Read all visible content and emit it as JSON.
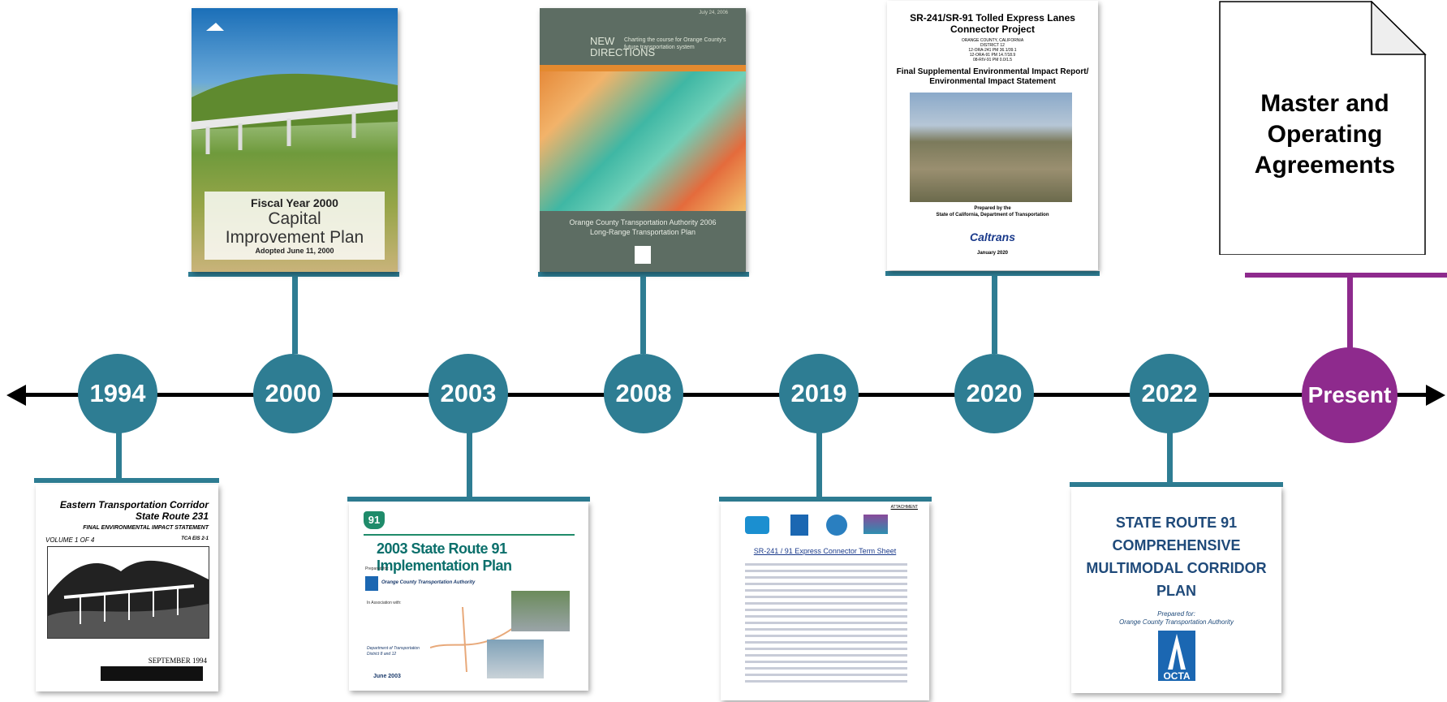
{
  "timeline": {
    "nodes": [
      {
        "year": "1994"
      },
      {
        "year": "2000"
      },
      {
        "year": "2003"
      },
      {
        "year": "2008"
      },
      {
        "year": "2019"
      },
      {
        "year": "2020"
      },
      {
        "year": "2022"
      },
      {
        "year": "Present"
      }
    ]
  },
  "documents": {
    "d1994": {
      "title_line1": "Eastern Transportation Corridor",
      "title_line2": "State Route 231",
      "subtitle": "FINAL ENVIRONMENTAL IMPACT STATEMENT",
      "volume": "VOLUME 1 OF 4",
      "code": "TCA EIS 2-1",
      "date": "SEPTEMBER 1994"
    },
    "d2000": {
      "line1": "Fiscal Year 2000",
      "line2": "Capital",
      "line3": "Improvement Plan",
      "line4": "Adopted June 11, 2000"
    },
    "d2003": {
      "badge": "91",
      "title": "2003 State Route 91 Implementation Plan",
      "prepared": "Prepared for:",
      "org": "Orange County Transportation Authority",
      "assoc": "In Association with:",
      "dept": "Department of Transportation District 8 and 12",
      "date": "June 2003"
    },
    "d2008": {
      "top_date": "July 24, 2006",
      "new": "NEW",
      "directions": "DIRECTIONS",
      "charting": "Charting the course for Orange County's future transportation system",
      "org_line1": "Orange County Transportation Authority 2006",
      "org_line2": "Long-Range Transportation Plan"
    },
    "d2019": {
      "attachment": "ATTACHMENT",
      "title": "SR-241 / 91 Express Connector Term Sheet"
    },
    "d2020": {
      "title_line1": "SR-241/SR-91 Tolled Express Lanes",
      "title_line2": "Connector Project",
      "loc1": "ORANGE COUNTY, CALIFORNIA",
      "loc2": "DISTRICT 12",
      "loc3": "12-ORA-241 PM 36.1/39.1",
      "loc4": "12-ORA-91 PM 14.7/18.9",
      "loc5": "08-RIV-91 PM 0.0/1.5",
      "report_line1": "Final Supplemental Environmental Impact Report/",
      "report_line2": "Environmental Impact Statement",
      "prepared_line1": "Prepared by the",
      "prepared_line2": "State of California, Department of Transportation",
      "logo": "Caltrans",
      "date": "January 2020"
    },
    "d2022": {
      "title_line1": "STATE ROUTE 91",
      "title_line2": "COMPREHENSIVE",
      "title_line3": "MULTIMODAL CORRIDOR",
      "title_line4": "PLAN",
      "prepared_line1": "Prepared for:",
      "prepared_line2": "Orange County Transportation Authority",
      "logo": "OCTA"
    },
    "master": {
      "line1": "Master and",
      "line2": "Operating",
      "line3": "Agreements"
    }
  },
  "colors": {
    "teal": "#2e7d93",
    "purple": "#8e2a8d"
  }
}
